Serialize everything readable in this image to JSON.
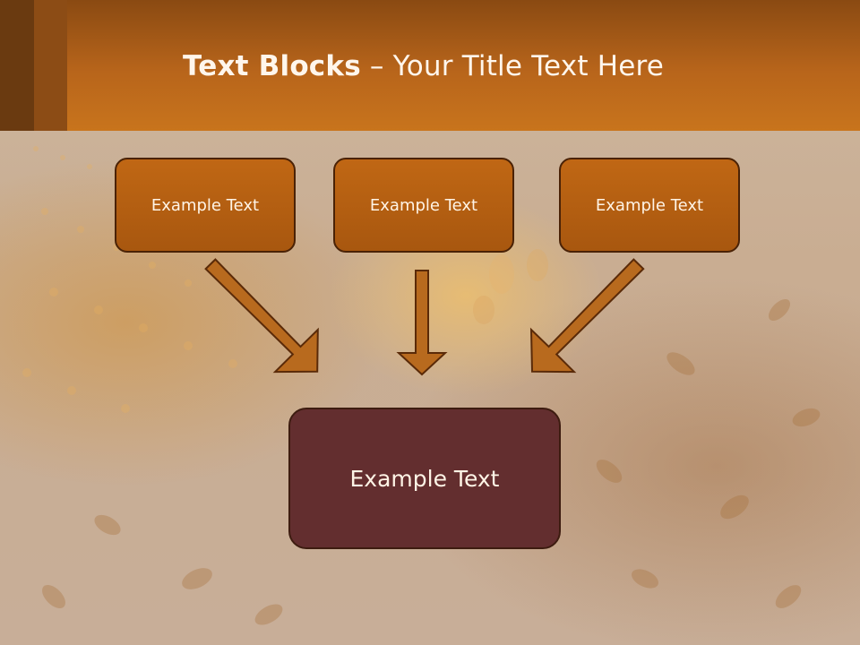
{
  "slide": {
    "title_bold": "Text Blocks",
    "title_dash": " – ",
    "title_rest": "Your Title Text Here"
  },
  "blocks": {
    "top_left": "Example Text",
    "top_center": "Example Text",
    "top_right": "Example Text",
    "bottom": "Example Text"
  },
  "colors": {
    "header": "#b8651b",
    "block_fill": "#b05d10",
    "bottom_block_fill": "#632e2f",
    "arrow": "#b86a1e"
  }
}
